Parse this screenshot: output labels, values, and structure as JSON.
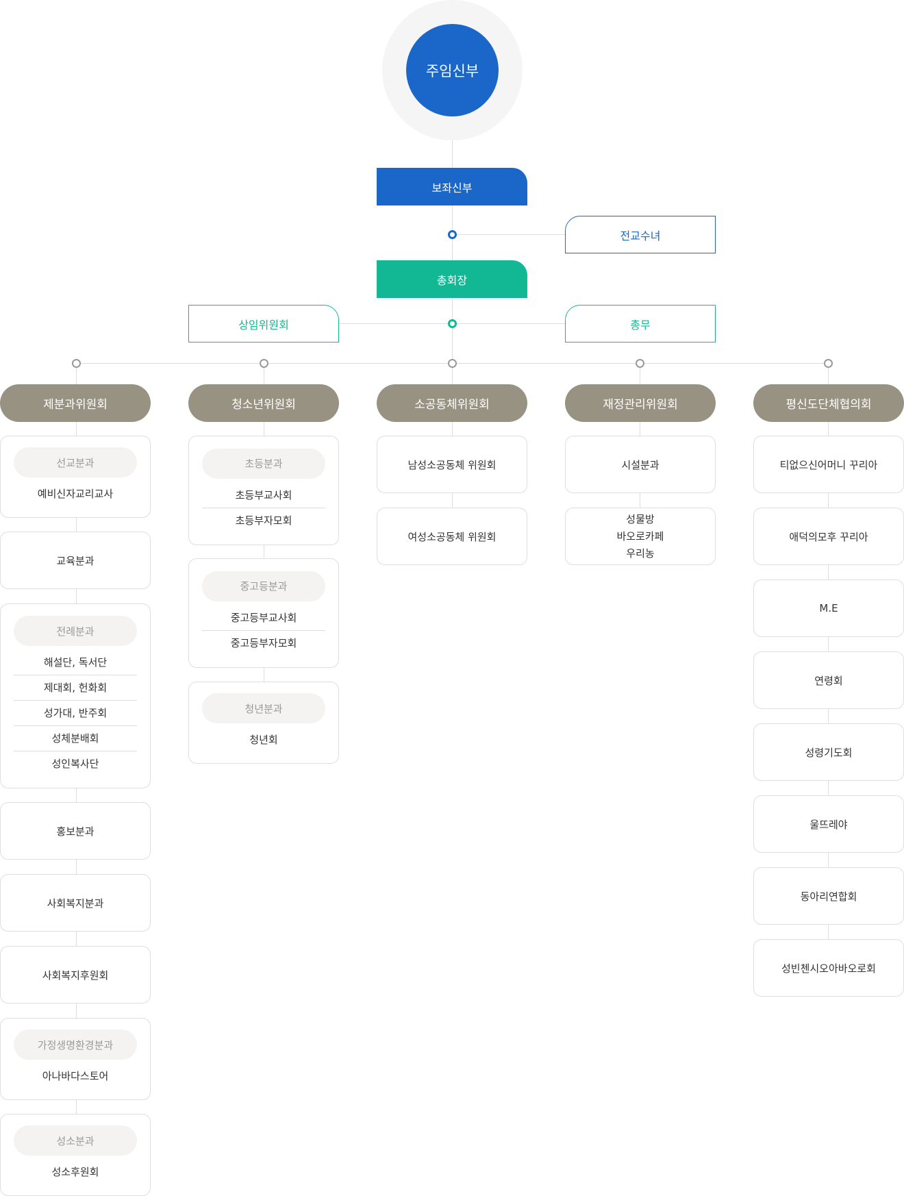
{
  "head": {
    "label": "주임신부"
  },
  "assistant": {
    "label": "보좌신부"
  },
  "sister": {
    "label": "전교수녀"
  },
  "president": {
    "label": "총회장"
  },
  "standing": {
    "label": "상임위원회"
  },
  "general": {
    "label": "총무"
  },
  "committees": [
    {
      "label": "제분과위원회"
    },
    {
      "label": "청소년위원회"
    },
    {
      "label": "소공동체위원회"
    },
    {
      "label": "재정관리위원회"
    },
    {
      "label": "평신도단체협의회"
    }
  ],
  "col1": {
    "b1": {
      "sub": "선교분과",
      "items": [
        "예비신자교리교사"
      ]
    },
    "b2": {
      "label": "교육분과"
    },
    "b3": {
      "sub": "전례분과",
      "items": [
        "해설단, 독서단",
        "제대회, 헌화회",
        "성가대, 반주회",
        "성체분배회",
        "성인복사단"
      ]
    },
    "b4": {
      "label": "홍보분과"
    },
    "b5": {
      "label": "사회복지분과"
    },
    "b6": {
      "label": "사회복지후원회"
    },
    "b7": {
      "sub": "가정생명환경분과",
      "items": [
        "아나바다스토어"
      ]
    },
    "b8": {
      "sub": "성소분과",
      "items": [
        "성소후원회"
      ]
    }
  },
  "col2": {
    "b1": {
      "sub": "초등분과",
      "items": [
        "초등부교사회",
        "초등부자모회"
      ]
    },
    "b2": {
      "sub": "중고등분과",
      "items": [
        "중고등부교사회",
        "중고등부자모회"
      ]
    },
    "b3": {
      "sub": "청년분과",
      "items": [
        "청년회"
      ]
    }
  },
  "col3": {
    "b1": {
      "label": "남성소공동체 위원회"
    },
    "b2": {
      "label": "여성소공동체 위원회"
    }
  },
  "col4": {
    "b1": {
      "label": "시설분과"
    },
    "b2": {
      "items": [
        "성물방",
        "바오로카페",
        "우리농"
      ]
    }
  },
  "col5": [
    {
      "label": "티없으신어머니 꾸리아"
    },
    {
      "label": "애덕의모후 꾸리아"
    },
    {
      "label": "M.E"
    },
    {
      "label": "연령회"
    },
    {
      "label": "성령기도회"
    },
    {
      "label": "울뜨레야"
    },
    {
      "label": "동아리연합회"
    },
    {
      "label": "성빈첸시오아바오로회"
    }
  ],
  "colors": {
    "blue": "#1a67c9",
    "green": "#12b894",
    "committee": "#989283"
  }
}
